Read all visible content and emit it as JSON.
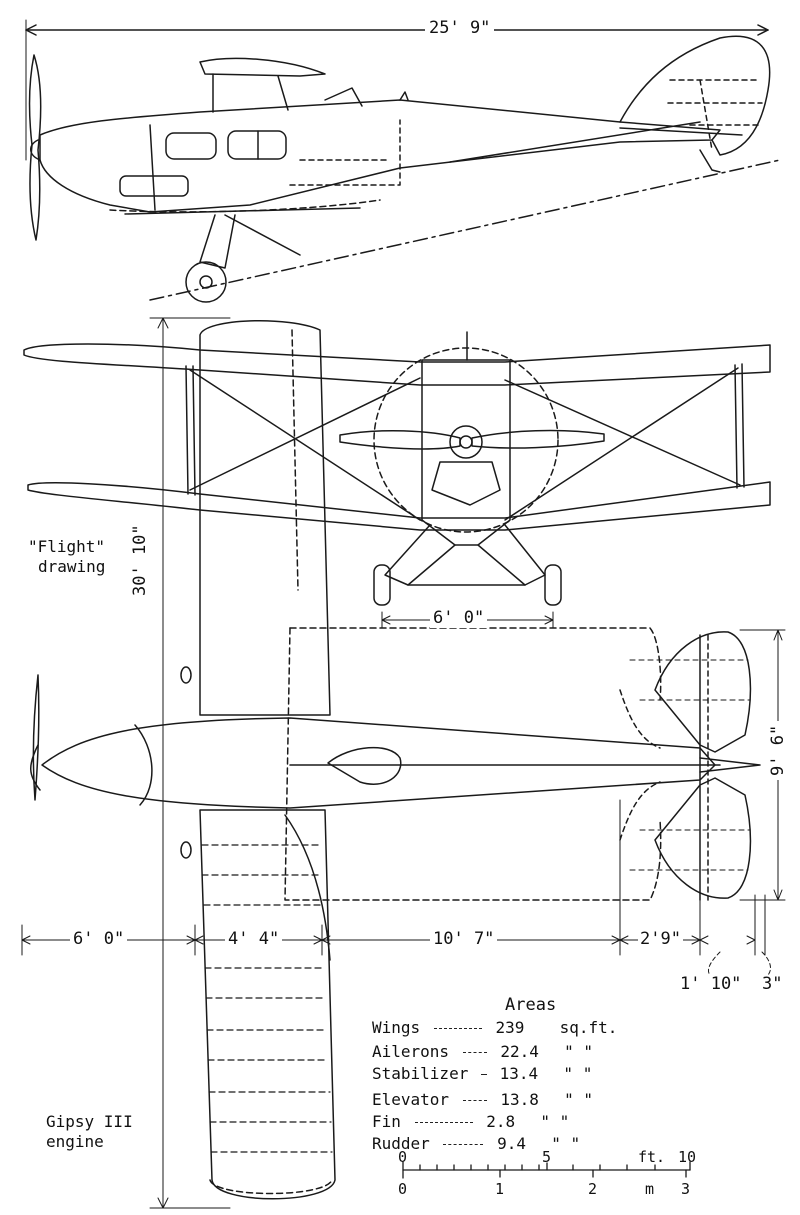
{
  "caption": {
    "source_line1": "\"Flight\"",
    "source_line2": "drawing"
  },
  "engine_note": {
    "line1": "Gipsy III",
    "line2": "engine"
  },
  "dimensions": {
    "length": "25' 9\"",
    "span": "30' 10\"",
    "track": "6' 0\"",
    "tail_span": "9' 6\"",
    "nose_to_wing": "6' 0\"",
    "wing_chord": "4' 4\"",
    "wing_to_tail": "10' 7\"",
    "tailplane": "2'9\"",
    "elevator": "1' 10\"",
    "tip": "3\""
  },
  "areas": {
    "title": "Areas",
    "rows": [
      {
        "name": "Wings",
        "value": "239",
        "unit": "sq.ft."
      },
      {
        "name": "Ailerons",
        "value": "22.4",
        "unit": "\" \""
      },
      {
        "name": "Stabilizer",
        "value": "13.4",
        "unit": "\" \""
      },
      {
        "name": "Elevator",
        "value": "13.8",
        "unit": "\" \""
      },
      {
        "name": "Fin",
        "value": "2.8",
        "unit": "\" \""
      },
      {
        "name": "Rudder",
        "value": "9.4",
        "unit": "\" \""
      }
    ]
  },
  "scale_bar": {
    "ft_ticks": [
      "0",
      "5",
      "10"
    ],
    "ft_unit": "ft.",
    "m_ticks": [
      "0",
      "1",
      "2",
      "3"
    ],
    "m_unit": "m"
  }
}
